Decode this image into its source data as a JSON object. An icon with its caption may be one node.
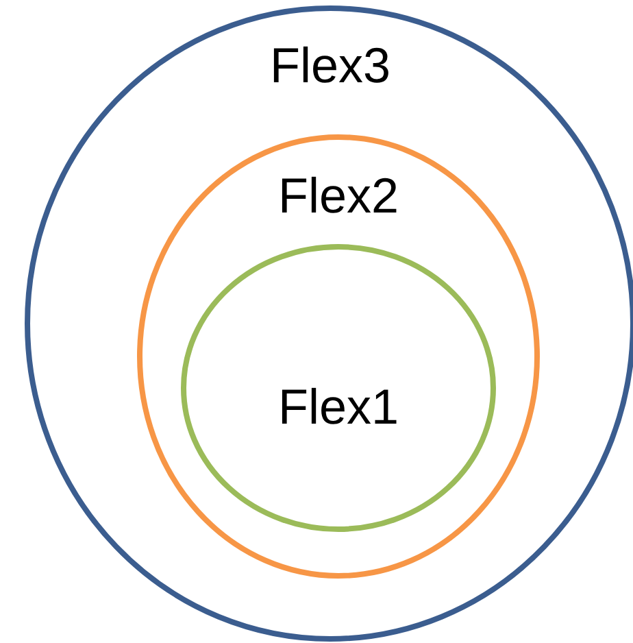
{
  "diagram": {
    "nodes": [
      {
        "text": [
          "Flex3"
        ]
      },
      {
        "text": [
          "Flex2"
        ],
        "in": 0
      },
      {
        "text": [
          "Flex1"
        ],
        "in": 1
      }
    ]
  }
}
